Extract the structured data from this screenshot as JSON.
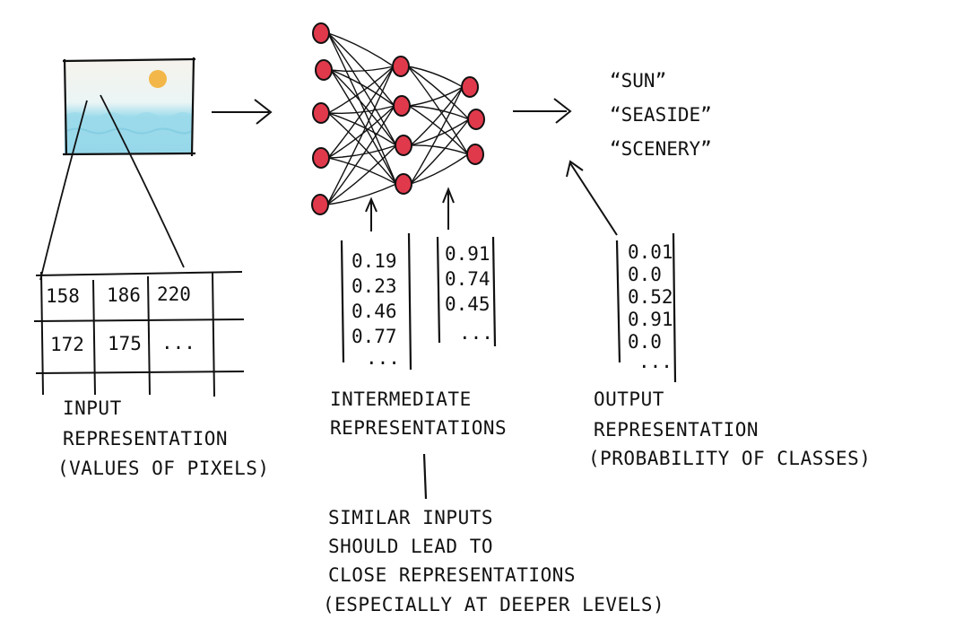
{
  "colors": {
    "ink": "#111111",
    "neuron": "#e0394b",
    "sun": "#f2b035",
    "sea": "#8fd6ea",
    "sky": "#f4f1ea"
  },
  "input": {
    "pixel_grid": [
      [
        "158",
        "186",
        "220"
      ],
      [
        "172",
        "175",
        "..."
      ]
    ],
    "caption": [
      "INPUT",
      "REPRESENTATION",
      "(VALUES OF PIXELS)"
    ]
  },
  "intermediate": {
    "vector_a": [
      "0.19",
      "0.23",
      "0.46",
      "0.77",
      "..."
    ],
    "vector_b": [
      "0.91",
      "0.74",
      "0.45",
      "..."
    ],
    "caption": [
      "INTERMEDIATE",
      "REPRESENTATIONS"
    ]
  },
  "output": {
    "vector": [
      "0.01",
      "0.0",
      "0.52",
      "0.91",
      "0.0",
      "..."
    ],
    "caption": [
      "OUTPUT",
      "REPRESENTATION",
      "(PROBABILITY OF CLASSES)"
    ],
    "classes": [
      "“SUN”",
      "“SEASIDE”",
      "“SCENERY”"
    ]
  },
  "note": [
    "SIMILAR INPUTS",
    "SHOULD LEAD TO",
    "CLOSE REPRESENTATIONS",
    "(ESPECIALLY AT DEEPER LEVELS)"
  ]
}
